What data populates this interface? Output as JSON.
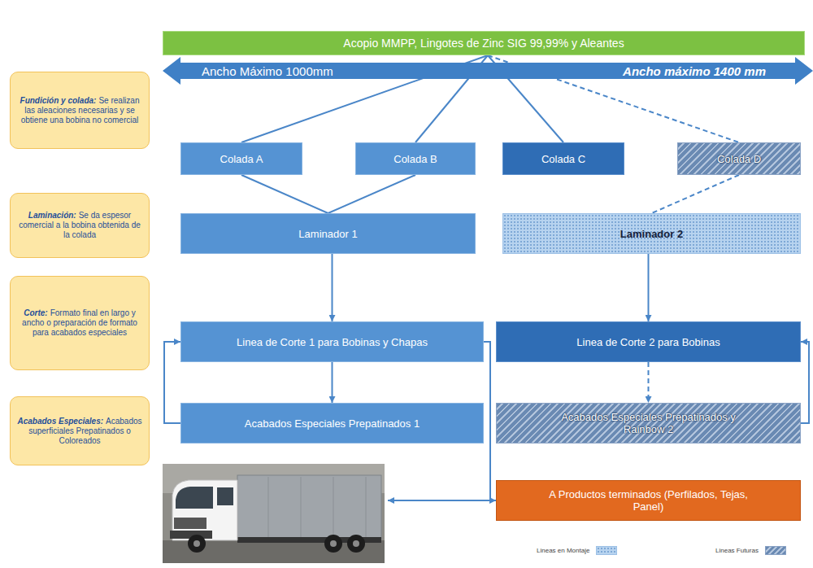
{
  "diagram": {
    "nodes": [
      {
        "text": [
          "Acopio MMPP, Lingotes de Zinc SIG 99,99% y Aleantes"
        ]
      },
      {
        "text": [
          "Ancho Máximo 1000mm",
          "Ancho máximo 1400 mm"
        ]
      },
      {
        "text": [
          "Fundición y colada:",
          "Se realizan las aleaciones necesarias y se obtiene una bobina no comercial"
        ]
      },
      {
        "text": [
          "Colada A"
        ]
      },
      {
        "text": [
          "Colada B"
        ]
      },
      {
        "text": [
          "Colada C"
        ]
      },
      {
        "text": [
          "Colada D"
        ]
      },
      {
        "text": [
          "Laminación:",
          "Se da espesor comercial a la bobina obtenida de la colada"
        ]
      },
      {
        "text": [
          "Laminador 1"
        ]
      },
      {
        "text": [
          "Laminador 2"
        ]
      },
      {
        "text": [
          "Corte:",
          "Formato final en largo y ancho o preparación de formato para acabados especiales"
        ]
      },
      {
        "text": [
          "Linea de Corte 1 para Bobinas y Chapas"
        ]
      },
      {
        "text": [
          "Linea de Corte 2 para Bobinas"
        ]
      },
      {
        "text": [
          "Acabados Especiales:",
          "Acabados superficiales Prepatinados o Coloreados"
        ]
      },
      {
        "text": [
          "Acabados Especiales Prepatinados 1"
        ]
      },
      {
        "text": [
          "Acabados Especiales Prepatinados y Rainbow 2"
        ]
      },
      {
        "text": [
          "A Productos terminados (Perfilados, Tejas, Panel)"
        ]
      }
    ],
    "edges": [
      {
        "from": 0,
        "to": 3,
        "arrow": "none"
      },
      {
        "from": 0,
        "to": 4,
        "arrow": "none"
      },
      {
        "from": 0,
        "to": 5,
        "arrow": "none"
      },
      {
        "from": 0,
        "to": 6,
        "arrow": "none"
      },
      {
        "from": 3,
        "to": 8,
        "arrow": "none"
      },
      {
        "from": 4,
        "to": 8,
        "arrow": "none"
      },
      {
        "from": 6,
        "to": 9,
        "arrow": "none"
      },
      {
        "from": 8,
        "to": 11,
        "arrow": "to"
      },
      {
        "from": 9,
        "to": 12,
        "arrow": "to"
      },
      {
        "from": 11,
        "to": 14,
        "arrow": "to"
      },
      {
        "from": 14,
        "to": 11,
        "arrow": "to"
      },
      {
        "from": 12,
        "to": 15,
        "arrow": "to"
      },
      {
        "from": 15,
        "to": 12,
        "arrow": "to"
      },
      {
        "from": 11,
        "to": 16,
        "arrow": "to"
      }
    ],
    "legend": [
      {
        "text": "Lineas en Montaje"
      },
      {
        "text": "Lineas Futuras"
      }
    ]
  }
}
